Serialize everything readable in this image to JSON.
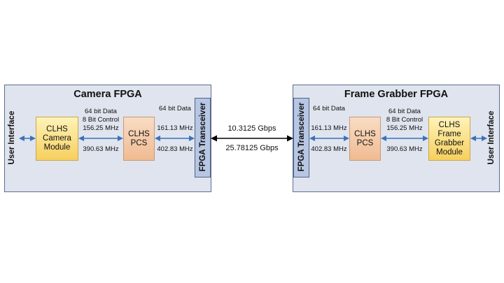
{
  "left_fpga": {
    "title": "Camera FPGA",
    "user_interface": "User Interface",
    "module": "CLHS\nCamera\nModule",
    "pcs": "CLHS\nPCS",
    "transceiver": "FPGA Transceiver",
    "module_to_pcs_top": "64 bit Data\n8 Bit Control\n156.25 MHz",
    "module_to_pcs_bottom": "390.63 MHz",
    "pcs_to_xcvr_top": "64 bit Data",
    "pcs_to_xcvr_mid": "161.13 MHz",
    "pcs_to_xcvr_bottom": "402.83 MHz"
  },
  "right_fpga": {
    "title": "Frame Grabber FPGA",
    "user_interface": "User Interface",
    "module": "CLHS\nFrame\nGrabber\nModule",
    "pcs": "CLHS\nPCS",
    "transceiver": "FPGA Transceiver",
    "xcvr_to_pcs_top": "64 bit Data",
    "xcvr_to_pcs_mid": "161.13 MHz",
    "xcvr_to_pcs_bottom": "402.83 MHz",
    "pcs_to_module_top": "64 bit Data\n8 Bit Control\n156.25 MHz",
    "pcs_to_module_bottom": "390.63 MHz"
  },
  "link": {
    "rate_top": "10.3125 Gbps",
    "rate_bottom": "25.78125 Gbps"
  },
  "colors": {
    "fpga_fill": "#dfe4ee",
    "transceiver_fill": "#b7c6e3",
    "module_fill": "#f6cf5e",
    "pcs_fill": "#efbb91",
    "arrow_blue": "#3a72b8",
    "arrow_black": "#000000"
  }
}
